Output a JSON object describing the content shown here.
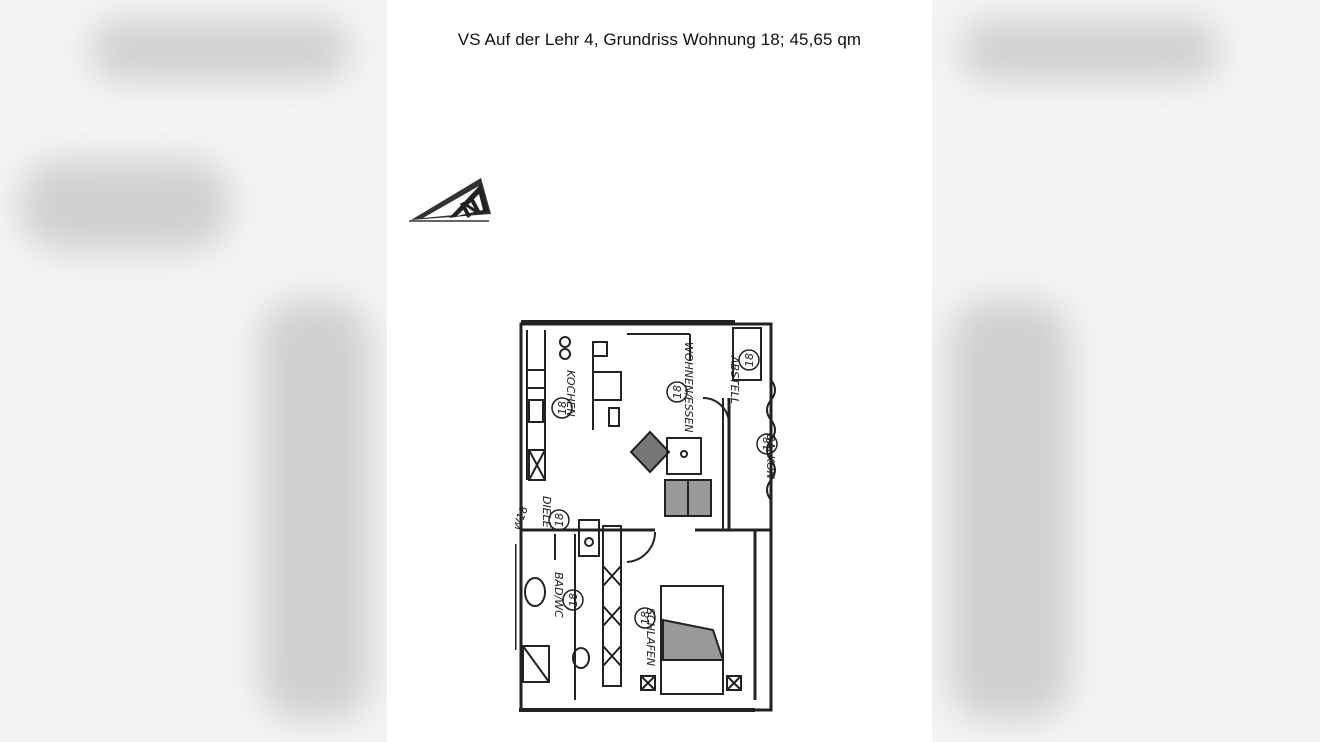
{
  "document": {
    "title": "VS Auf der Lehr 4, Grundriss Wohnung 18; 45,65 qm"
  },
  "floorplan": {
    "north_arrow_letter": "N",
    "rooms": {
      "kitchen": "KOCHEN",
      "living": "WOHNEN/ESSEN",
      "storage": "ABSTELL",
      "balcony": "BALKON",
      "hall": "DIELE",
      "bath": "BAD/WC",
      "sleep": "SCHLAFEN"
    },
    "unit_number": "18",
    "unit_tag": "W18"
  },
  "colors": {
    "ink": "#222222",
    "paper": "#ffffff"
  }
}
